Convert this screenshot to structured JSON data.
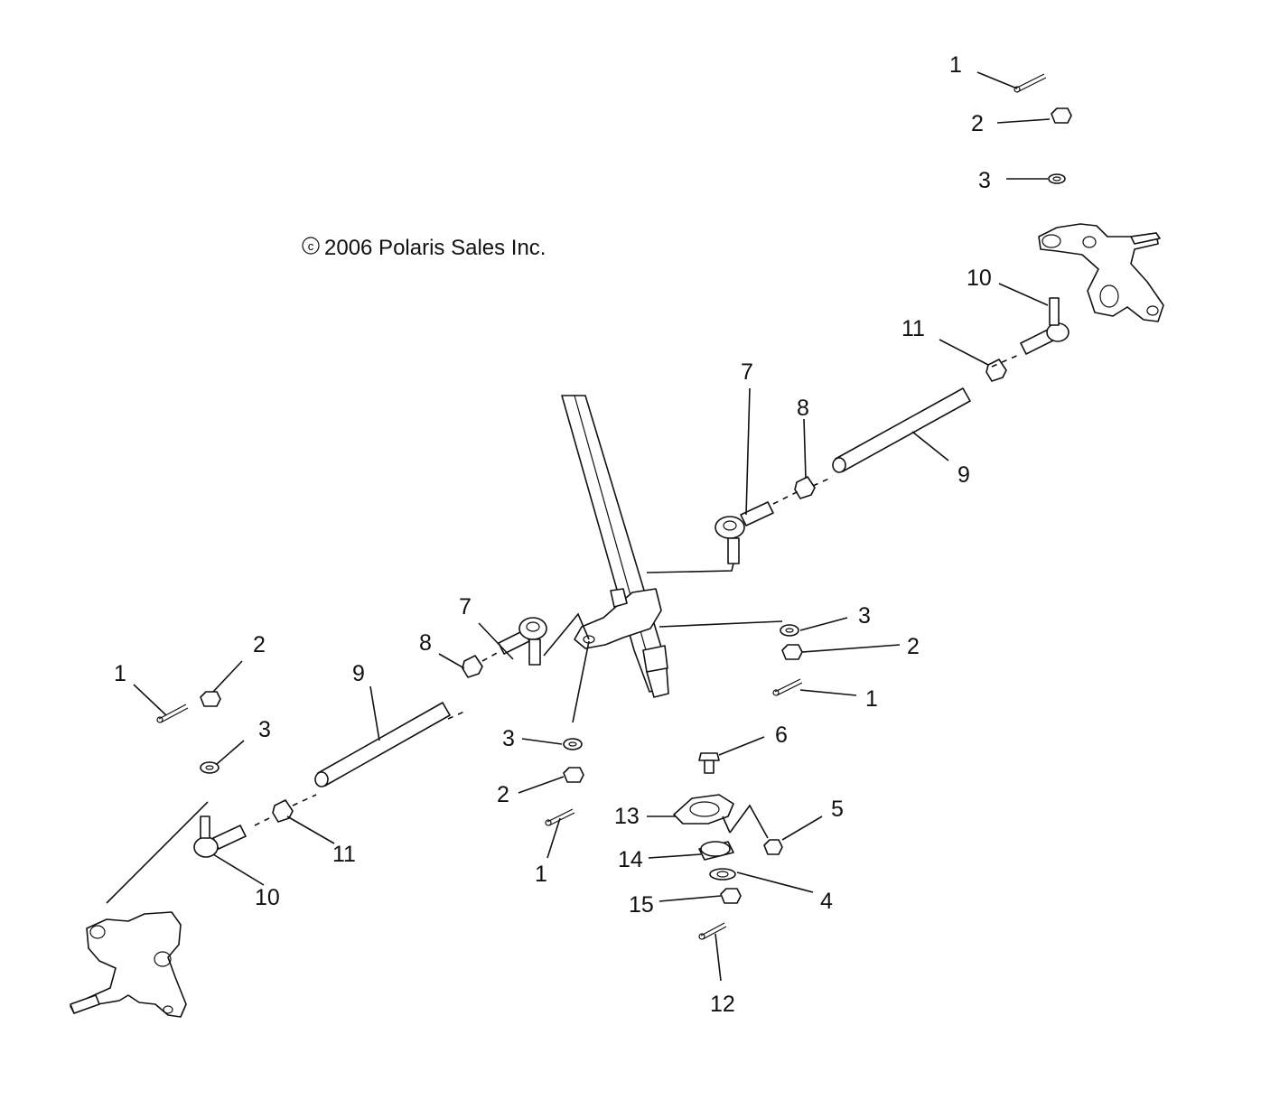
{
  "copyright": "2006 Polaris Sales Inc.",
  "copyright_symbol": "c",
  "callouts": [
    {
      "id": "c1a",
      "label": "1"
    },
    {
      "id": "c2a",
      "label": "2"
    },
    {
      "id": "c3a",
      "label": "3"
    },
    {
      "id": "c10a",
      "label": "10"
    },
    {
      "id": "c11a",
      "label": "11"
    },
    {
      "id": "c7a",
      "label": "7"
    },
    {
      "id": "c8a",
      "label": "8"
    },
    {
      "id": "c9a",
      "label": "9"
    },
    {
      "id": "c3b",
      "label": "3"
    },
    {
      "id": "c2b",
      "label": "2"
    },
    {
      "id": "c1b",
      "label": "1"
    },
    {
      "id": "c6",
      "label": "6"
    },
    {
      "id": "c5",
      "label": "5"
    },
    {
      "id": "c4",
      "label": "4"
    },
    {
      "id": "c12",
      "label": "12"
    },
    {
      "id": "c13",
      "label": "13"
    },
    {
      "id": "c14",
      "label": "14"
    },
    {
      "id": "c15",
      "label": "15"
    },
    {
      "id": "c7b",
      "label": "7"
    },
    {
      "id": "c8b",
      "label": "8"
    },
    {
      "id": "c9b",
      "label": "9"
    },
    {
      "id": "c2c",
      "label": "2"
    },
    {
      "id": "c1c",
      "label": "1"
    },
    {
      "id": "c3c",
      "label": "3"
    },
    {
      "id": "c3d",
      "label": "3"
    },
    {
      "id": "c2d",
      "label": "2"
    },
    {
      "id": "c1d",
      "label": "1"
    },
    {
      "id": "c11b",
      "label": "11"
    },
    {
      "id": "c10b",
      "label": "10"
    }
  ]
}
